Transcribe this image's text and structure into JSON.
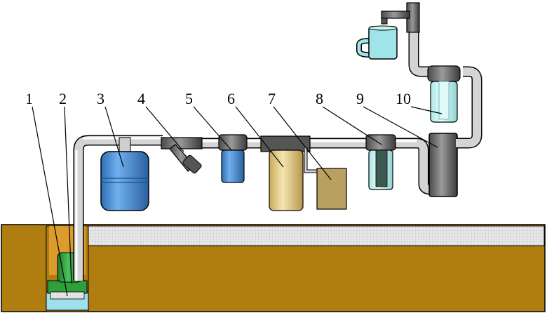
{
  "labels": [
    "1",
    "2",
    "3",
    "4",
    "5",
    "6",
    "7",
    "8",
    "9",
    "10"
  ],
  "colors": {
    "soil": "#b07d10",
    "soil_top": "#a87710",
    "pipe": "#c8c8c8",
    "tank_blue": "#4a8fd4",
    "filter_blue": "#5a9ad8",
    "cartridge_yellow": "#e6d28c",
    "box_brown": "#b8a060",
    "glass": "#c8f0f0",
    "dark_cartridge": "#3c5a50",
    "mug": "#9ee4e8",
    "pump_green": "#2f9f3c",
    "pit_orange": "#e0a030"
  }
}
